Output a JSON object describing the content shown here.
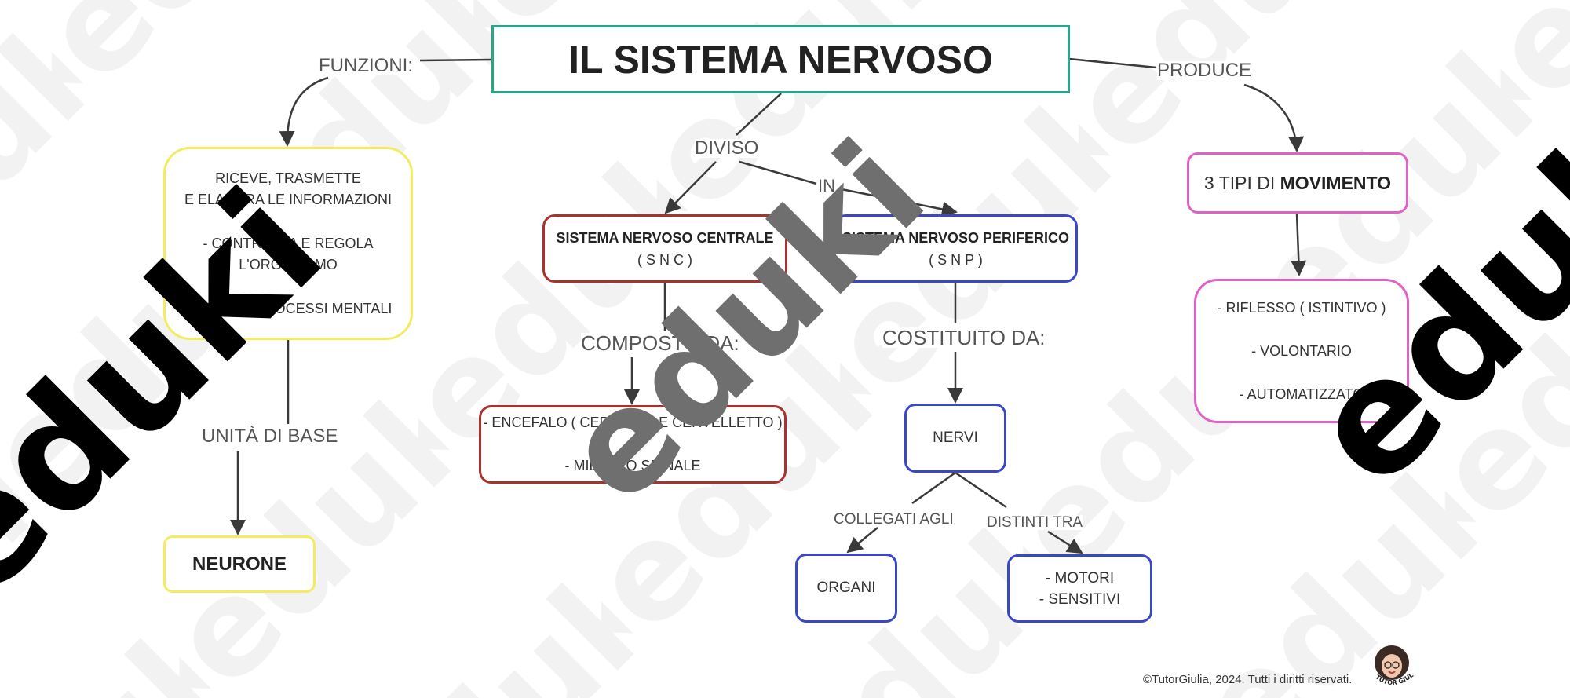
{
  "title": "IL SISTEMA NERVOSO",
  "labels": {
    "funzioni": "FUNZIONI:",
    "produce": "PRODUCE",
    "diviso": "DIVISO",
    "in": "IN",
    "unita_di_base": "UNITÀ DI BASE",
    "composto_da": "COMPOSTO DA:",
    "costituito_da": "COSTITUITO DA:",
    "collegati_agli": "COLLEGATI AGLI",
    "distinti_tra": "DISTINTI TRA"
  },
  "nodes": {
    "funzioni": {
      "line1": "RICEVE, TRASMETTE",
      "line2": "E ELABORA LE INFORMAZIONI",
      "line3": "- CONTROLLA E REGOLA",
      "line4": "L'ORGANISMO",
      "line5": "- FORMA I PROCESSI MENTALI"
    },
    "neurone": "NEURONE",
    "snc": {
      "name": "SISTEMA NERVOSO CENTRALE",
      "abbr": "( S N C )"
    },
    "snp": {
      "name": "SISTEMA NERVOSO PERIFERICO",
      "abbr": "( S N P )"
    },
    "snc_parts": {
      "line1": "- ENCEFALO ( CERVELLO E CERVELLETTO )",
      "line2": "- MIDOLLO SPINALE"
    },
    "nervi": "NERVI",
    "organi": "ORGANI",
    "motori_sensitivi": {
      "line1": "- MOTORI",
      "line2": "- SENSITIVI"
    },
    "movimento": {
      "prefix": "3 TIPI DI ",
      "bold": "MOVIMENTO"
    },
    "movimento_types": {
      "line1": "- RIFLESSO ( ISTINTIVO )",
      "line2": "- VOLONTARIO",
      "line3": "- AUTOMATIZZATO"
    }
  },
  "watermark": {
    "text": "eduki"
  },
  "footer": {
    "copyright": "©TutorGiulia, 2024. Tutti i diritti riservati.",
    "avatar_text": "TUTOR GIULIA"
  },
  "colors": {
    "title_border": "#2aa58a",
    "yellow": "#f3ec62",
    "red": "#a8322f",
    "blue": "#3a47c6",
    "pink": "#e062c8",
    "arrow": "#3a3a3a"
  }
}
